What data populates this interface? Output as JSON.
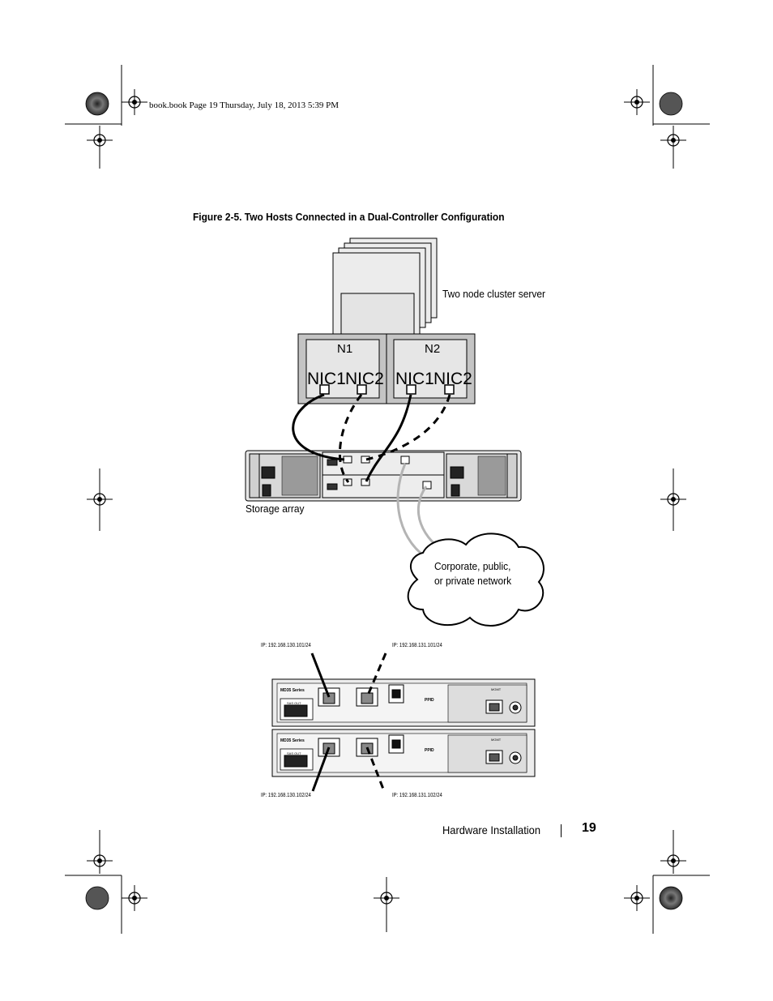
{
  "header": {
    "print_info": "book.book  Page 19  Thursday, July 18, 2013  5:39 PM"
  },
  "figure": {
    "caption": "Figure 2-5.    Two Hosts Connected in a Dual-Controller Configuration",
    "cluster_label": "Two node cluster server",
    "node1": {
      "name": "N1",
      "nic1": "NIC1",
      "nic2": "NIC2"
    },
    "node2": {
      "name": "N2",
      "nic1": "NIC1",
      "nic2": "NIC2"
    },
    "storage_label": "Storage array",
    "network_label_line1": "Corporate, public,",
    "network_label_line2": "or private network"
  },
  "detail": {
    "series_label": "MD35 Series",
    "sas_out": "SAS OUT",
    "ppid": "PPID",
    "mgmt": "MGMT",
    "ip_top_left": "IP: 192.168.130.101/24",
    "ip_top_right": "IP: 192.168.131.101/24",
    "ip_bottom_left": "IP: 192.168.130.102/24",
    "ip_bottom_right": "IP: 192.168.131.102/24"
  },
  "footer": {
    "section": "Hardware Installation",
    "page_number": "19"
  },
  "colors": {
    "panel": "#e6e6e6",
    "dark": "#222222",
    "network_cable": "#c8c8c8"
  }
}
